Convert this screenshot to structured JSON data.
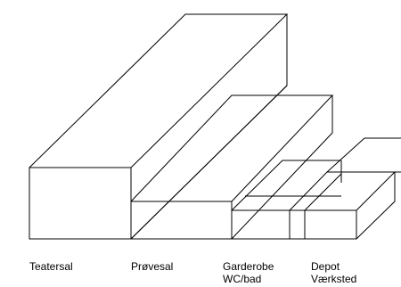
{
  "blocks": [
    {
      "id": "teatersal",
      "labels": [
        "Teatersal"
      ]
    },
    {
      "id": "provesal",
      "labels": [
        "Prøvesal"
      ]
    },
    {
      "id": "garderobe",
      "labels": [
        "Garderobe",
        "WC/bad"
      ]
    },
    {
      "id": "depot",
      "labels": [
        "Depot",
        "Værksted"
      ]
    }
  ],
  "style": {
    "line_color": "#000000",
    "background": "#ffffff"
  }
}
